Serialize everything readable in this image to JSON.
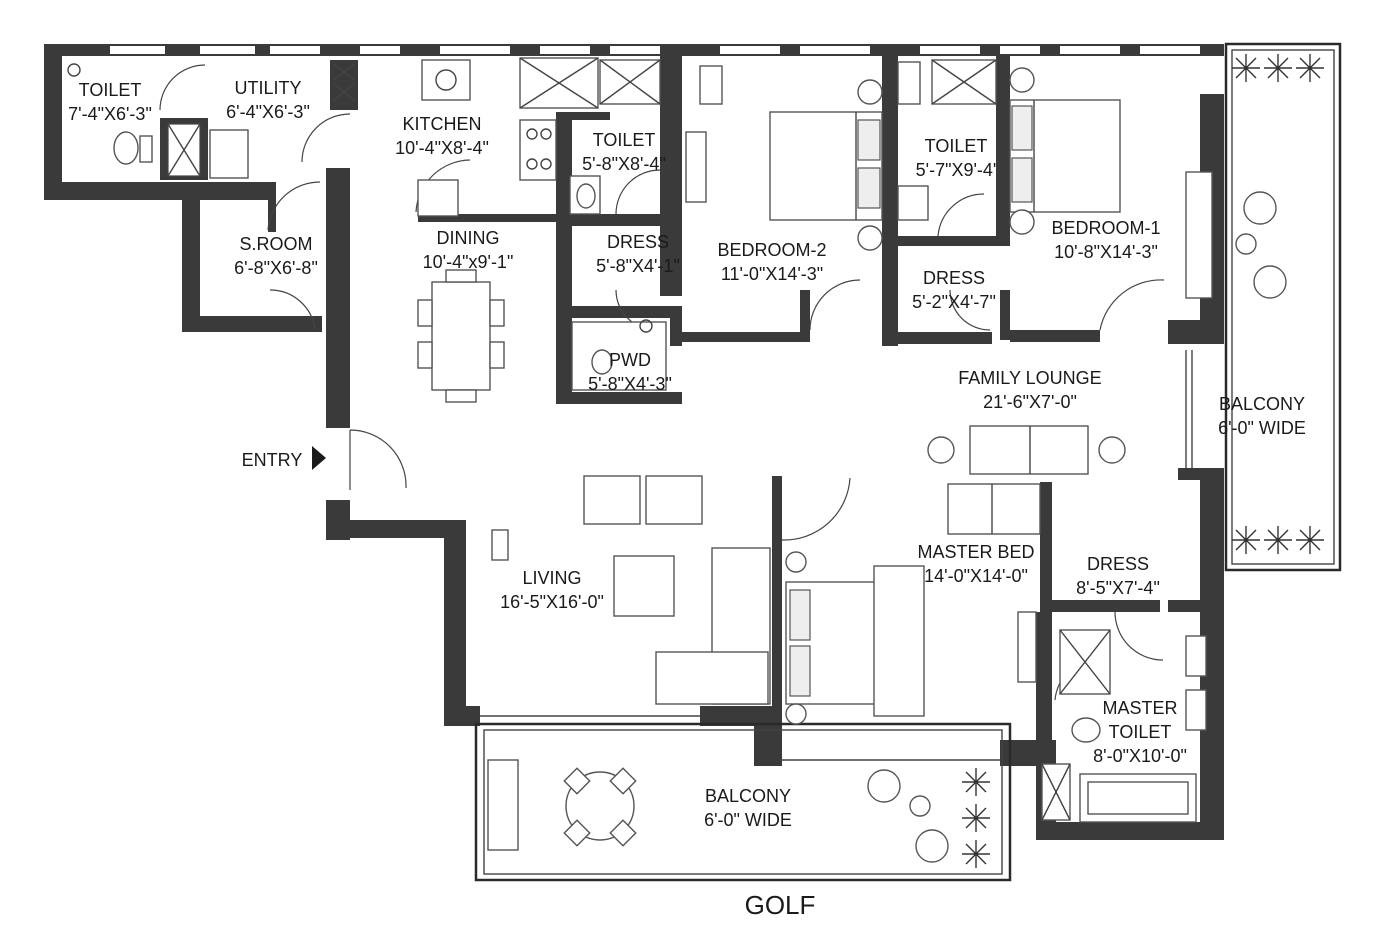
{
  "rooms": {
    "toilet_a": {
      "name": "TOILET",
      "dim": "7'-4\"X6'-3\""
    },
    "utility": {
      "name": "UTILITY",
      "dim": "6'-4\"X6'-3\""
    },
    "kitchen": {
      "name": "KITCHEN",
      "dim": "10'-4\"X8'-4\""
    },
    "toilet_b": {
      "name": "TOILET",
      "dim": "5'-8\"X8'-4\""
    },
    "toilet_c": {
      "name": "TOILET",
      "dim": "5'-7\"X9'-4'"
    },
    "bedroom_1": {
      "name": "BEDROOM-1",
      "dim": "10'-8\"X14'-3\""
    },
    "s_room": {
      "name": "S.ROOM",
      "dim": "6'-8\"X6'-8\""
    },
    "dining": {
      "name": "DINING",
      "dim": "10'-4\"x9'-1\""
    },
    "dress_a": {
      "name": "DRESS",
      "dim": "5'-8\"X4'-1\""
    },
    "bedroom_2": {
      "name": "BEDROOM-2",
      "dim": "11'-0\"X14'-3\""
    },
    "dress_b": {
      "name": "DRESS",
      "dim": "5'-2\"X4'-7\""
    },
    "pwd": {
      "name": "PWD",
      "dim": "5'-8\"X4'-3\""
    },
    "family_lounge": {
      "name": "FAMILY LOUNGE",
      "dim": "21'-6\"X7'-0\""
    },
    "balcony_side": {
      "name": "BALCONY",
      "dim": "6'-0\" WIDE"
    },
    "master_bed": {
      "name": "MASTER BED",
      "dim": "14'-0\"X14'-0\""
    },
    "dress_c": {
      "name": "DRESS",
      "dim": "8'-5\"X7'-4\""
    },
    "living": {
      "name": "LIVING",
      "dim": "16'-5\"X16'-0\""
    },
    "master_toilet": {
      "name": "MASTER",
      "name2": "TOILET",
      "dim": "8'-0\"X10'-0\""
    },
    "balcony_front": {
      "name": "BALCONY",
      "dim": "6'-0\" WIDE"
    }
  },
  "labels": {
    "entry": "ENTRY",
    "golf": "GOLF"
  },
  "colors": {
    "wall": "#3a3a3a",
    "line": "#2a2a2a",
    "background": "#ffffff"
  },
  "icons": {
    "entry_marker": "triangle-right-icon"
  }
}
